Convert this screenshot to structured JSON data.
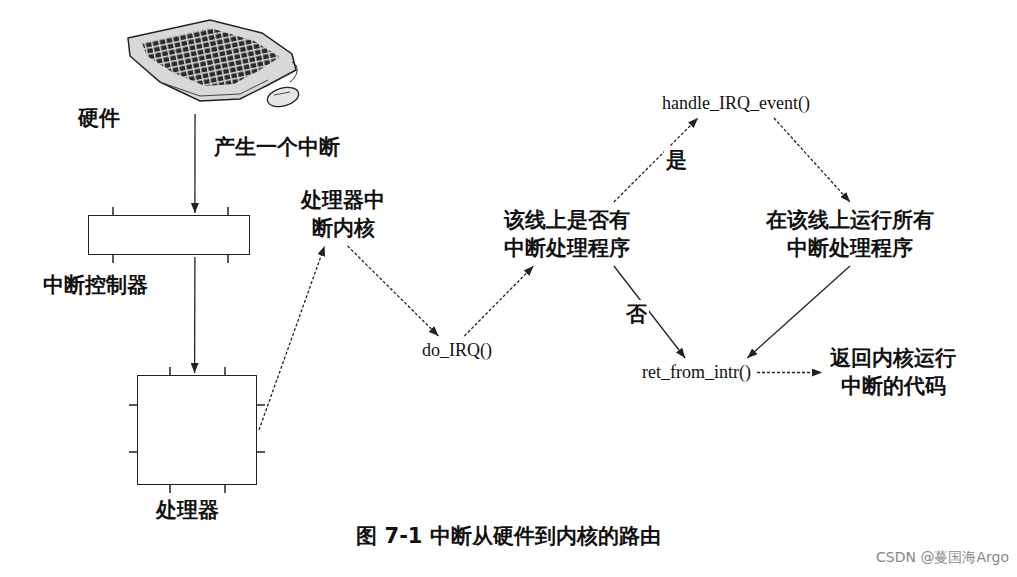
{
  "diagram": {
    "caption": "图 7-1 中断从硬件到内核的路由",
    "nodes": [
      {
        "text": [
          "硬件"
        ]
      },
      {
        "text": [
          "中断控制器"
        ]
      },
      {
        "text": [
          "处理器"
        ]
      },
      {
        "text": [
          "处理器中断内核"
        ]
      },
      {
        "text": [
          "do_IRQ()"
        ]
      },
      {
        "text": [
          "该线上是否有中断处理程序"
        ]
      },
      {
        "text": [
          "handle_IRQ_event()"
        ]
      },
      {
        "text": [
          "在该线上运行所有中断处理程序"
        ]
      },
      {
        "text": [
          "ret_from_intr()"
        ]
      },
      {
        "text": [
          "返回内核运行中断的代码"
        ]
      }
    ],
    "edges": [
      {
        "from": 0,
        "to": 1,
        "arrow": "to",
        "label": "产生一个中断"
      },
      {
        "from": 1,
        "to": 2,
        "arrow": "to"
      },
      {
        "from": 2,
        "to": 3,
        "arrow": "to"
      },
      {
        "from": 3,
        "to": 4,
        "arrow": "to"
      },
      {
        "from": 4,
        "to": 5,
        "arrow": "to"
      },
      {
        "from": 5,
        "to": 6,
        "arrow": "to",
        "label": "是"
      },
      {
        "from": 6,
        "to": 7,
        "arrow": "to"
      },
      {
        "from": 5,
        "to": 8,
        "arrow": "to",
        "label": "否"
      },
      {
        "from": 7,
        "to": 8,
        "arrow": "to"
      },
      {
        "from": 8,
        "to": 9,
        "arrow": "to"
      }
    ],
    "labels": [
      "CSDN @蔓国海Argo"
    ]
  }
}
